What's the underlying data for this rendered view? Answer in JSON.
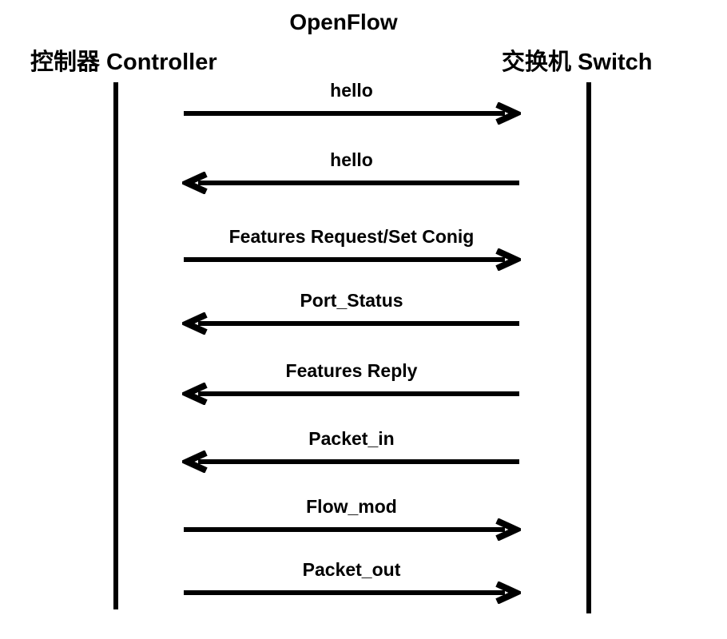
{
  "diagram": {
    "title": "OpenFlow",
    "left_actor": "控制器 Controller",
    "right_actor": "交换机 Switch",
    "colors": {
      "foreground": "#000000",
      "background": "#ffffff"
    },
    "messages": [
      {
        "label": "hello",
        "direction": "controller_to_switch"
      },
      {
        "label": "hello",
        "direction": "switch_to_controller"
      },
      {
        "label": "Features Request/Set Conig",
        "direction": "controller_to_switch"
      },
      {
        "label": "Port_Status",
        "direction": "switch_to_controller"
      },
      {
        "label": "Features Reply",
        "direction": "switch_to_controller"
      },
      {
        "label": "Packet_in",
        "direction": "switch_to_controller"
      },
      {
        "label": "Flow_mod",
        "direction": "controller_to_switch"
      },
      {
        "label": "Packet_out",
        "direction": "controller_to_switch"
      }
    ]
  }
}
